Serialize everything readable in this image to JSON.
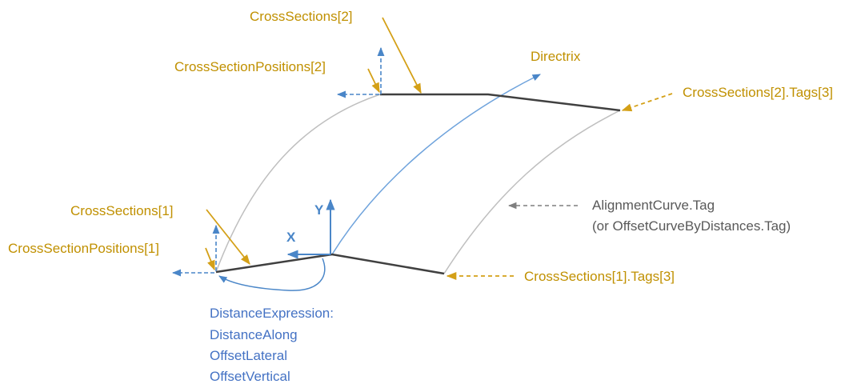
{
  "labels": {
    "cross_sections_2": "CrossSections[2]",
    "cross_section_positions_2": "CrossSectionPositions[2]",
    "directrix": "Directrix",
    "cross_sections_2_tags_3": "CrossSections[2].Tags[3]",
    "alignment_curve_tag": "AlignmentCurve.Tag",
    "offset_curve_tag": "(or OffsetCurveByDistances.Tag)",
    "cross_sections_1": "CrossSections[1]",
    "cross_section_positions_1": "CrossSectionPositions[1]",
    "cross_sections_1_tags_3": "CrossSections[1].Tags[3]",
    "axis_y": "Y",
    "axis_x": "X",
    "distance_expression": {
      "heading": "DistanceExpression:",
      "items": [
        "DistanceAlong",
        "OffsetLateral",
        "OffsetVertical"
      ]
    }
  },
  "colors": {
    "gold_label": "#C09000",
    "gold_arrow": "#D4A017",
    "blue": "#4A86C8",
    "blue_text": "#4472C4",
    "gray_text": "#595959",
    "gray_curve": "#BFBFBF",
    "dark_line": "#404040"
  }
}
